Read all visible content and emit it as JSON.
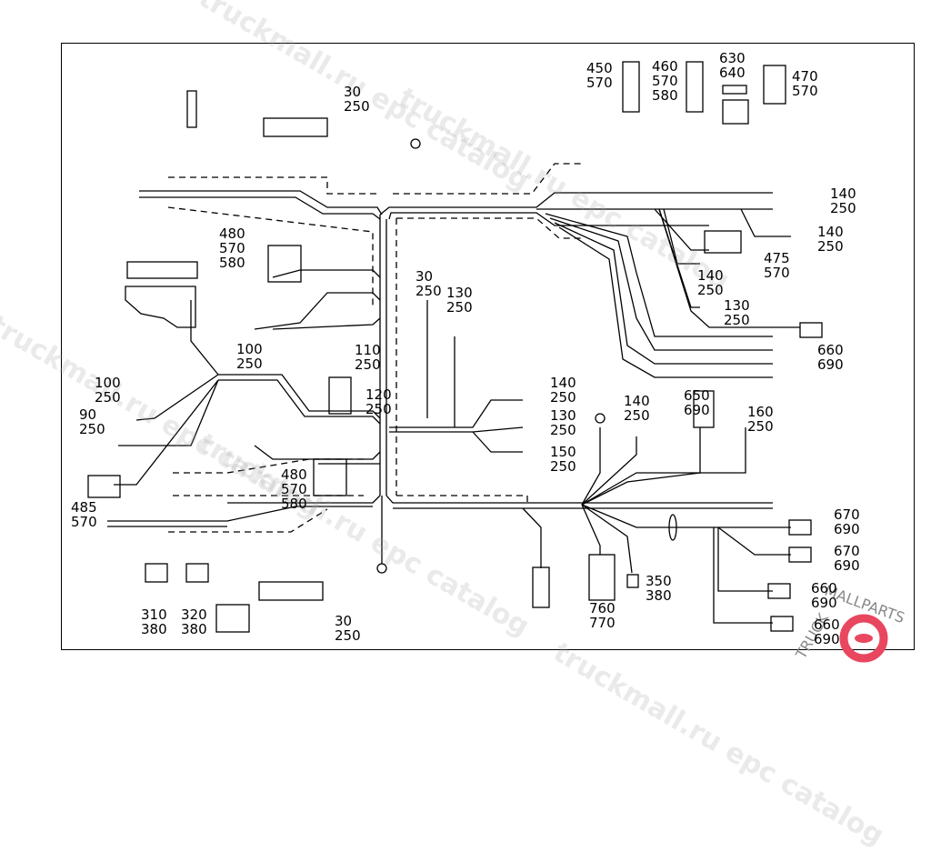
{
  "diagram": {
    "type": "wiring-harness-schematic",
    "watermarks": [
      "truckmall.ru epc catalog",
      "truckmall.ru epc catalog",
      "truckmall.ru epc catalog",
      "truckmall.ru epc catalog",
      "truckmall.ru epc catalog"
    ],
    "logo": {
      "text_left": "TRUCK",
      "text_right": "MALLPARTS",
      "accent_color": "#e8475f"
    },
    "callouts": [
      {
        "id": "c1",
        "lines": [
          "30",
          "250"
        ]
      },
      {
        "id": "c2",
        "lines": [
          "450",
          "570"
        ]
      },
      {
        "id": "c3",
        "lines": [
          "460",
          "570",
          "580"
        ]
      },
      {
        "id": "c4",
        "lines": [
          "630",
          "640"
        ]
      },
      {
        "id": "c5",
        "lines": [
          "470",
          "570"
        ]
      },
      {
        "id": "c6",
        "lines": [
          "140",
          "250"
        ]
      },
      {
        "id": "c7",
        "lines": [
          "140",
          "250"
        ]
      },
      {
        "id": "c8",
        "lines": [
          "475",
          "570"
        ]
      },
      {
        "id": "c9",
        "lines": [
          "140",
          "250"
        ]
      },
      {
        "id": "c10",
        "lines": [
          "130",
          "250"
        ]
      },
      {
        "id": "c11",
        "lines": [
          "660",
          "690"
        ]
      },
      {
        "id": "c12",
        "lines": [
          "480",
          "570",
          "580"
        ]
      },
      {
        "id": "c13",
        "lines": [
          "30",
          "250"
        ]
      },
      {
        "id": "c14",
        "lines": [
          "130",
          "250"
        ]
      },
      {
        "id": "c15",
        "lines": [
          "100",
          "250"
        ]
      },
      {
        "id": "c16",
        "lines": [
          "110",
          "250"
        ]
      },
      {
        "id": "c17",
        "lines": [
          "100",
          "250"
        ]
      },
      {
        "id": "c18",
        "lines": [
          "120",
          "250"
        ]
      },
      {
        "id": "c19",
        "lines": [
          "90",
          "250"
        ]
      },
      {
        "id": "c20",
        "lines": [
          "140",
          "250"
        ]
      },
      {
        "id": "c21",
        "lines": [
          "130",
          "250"
        ]
      },
      {
        "id": "c22",
        "lines": [
          "150",
          "250"
        ]
      },
      {
        "id": "c23",
        "lines": [
          "140",
          "250"
        ]
      },
      {
        "id": "c24",
        "lines": [
          "650",
          "690"
        ]
      },
      {
        "id": "c25",
        "lines": [
          "160",
          "250"
        ]
      },
      {
        "id": "c26",
        "lines": [
          "480",
          "570",
          "580"
        ]
      },
      {
        "id": "c27",
        "lines": [
          "485",
          "570"
        ]
      },
      {
        "id": "c28",
        "lines": [
          "670",
          "690"
        ]
      },
      {
        "id": "c29",
        "lines": [
          "670",
          "690"
        ]
      },
      {
        "id": "c30",
        "lines": [
          "660",
          "690"
        ]
      },
      {
        "id": "c31",
        "lines": [
          "660",
          "690"
        ]
      },
      {
        "id": "c32",
        "lines": [
          "350",
          "380"
        ]
      },
      {
        "id": "c33",
        "lines": [
          "760",
          "770"
        ]
      },
      {
        "id": "c34",
        "lines": [
          "310",
          "380"
        ]
      },
      {
        "id": "c35",
        "lines": [
          "320",
          "380"
        ]
      },
      {
        "id": "c36",
        "lines": [
          "30",
          "250"
        ]
      }
    ]
  }
}
